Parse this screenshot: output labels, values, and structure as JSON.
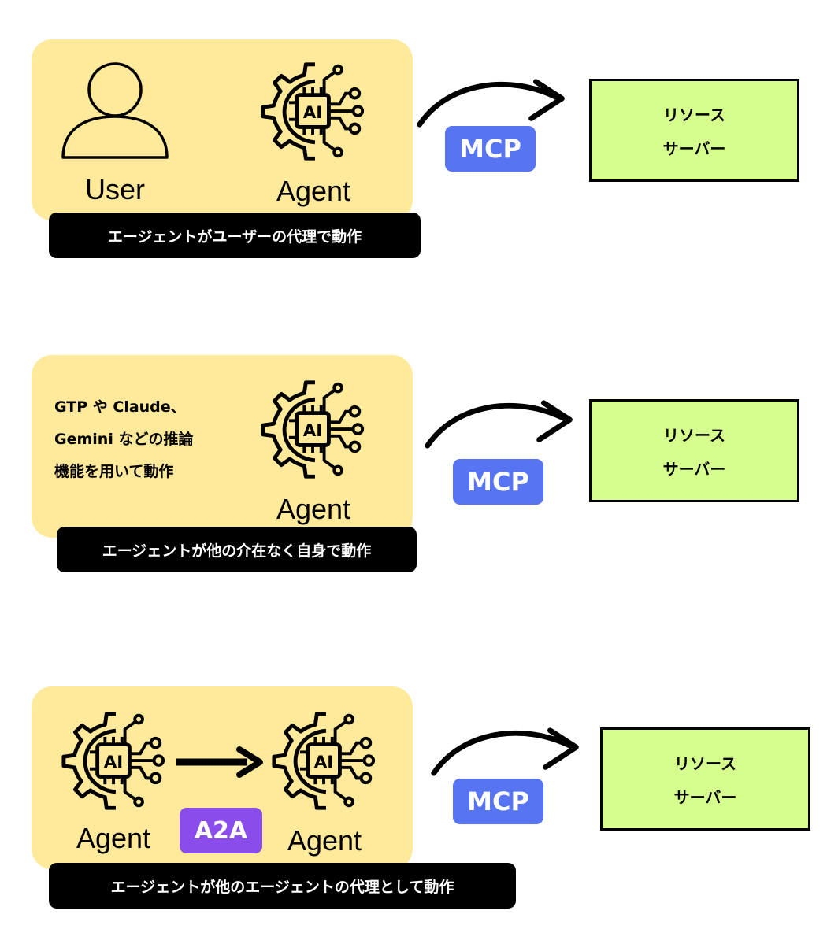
{
  "section1": {
    "user_label": "User",
    "agent_label": "Agent",
    "caption": "エージェントがユーザーの代理で動作",
    "protocol": "MCP",
    "server_line1": "リソース",
    "server_line2": "サーバー"
  },
  "section2": {
    "desc_line1": "GTP や Claude、",
    "desc_line2": "Gemini などの推論",
    "desc_line3": "機能を用いて動作",
    "agent_label": "Agent",
    "caption": "エージェントが他の介在なく自身で動作",
    "protocol": "MCP",
    "server_line1": "リソース",
    "server_line2": "サーバー"
  },
  "section3": {
    "agent1_label": "Agent",
    "agent2_label": "Agent",
    "a2a_label": "A2A",
    "caption": "エージェントが他のエージェントの代理として動作",
    "protocol": "MCP",
    "server_line1": "リソース",
    "server_line2": "サーバー"
  },
  "icons": {
    "user": "person-icon",
    "agent": "ai-gear-icon",
    "arrow": "curved-arrow-icon"
  },
  "colors": {
    "panel": "#ffe99a",
    "mcp": "#5774f2",
    "a2a": "#8a4dec",
    "server": "#d6fe8e",
    "caption": "#000000"
  }
}
